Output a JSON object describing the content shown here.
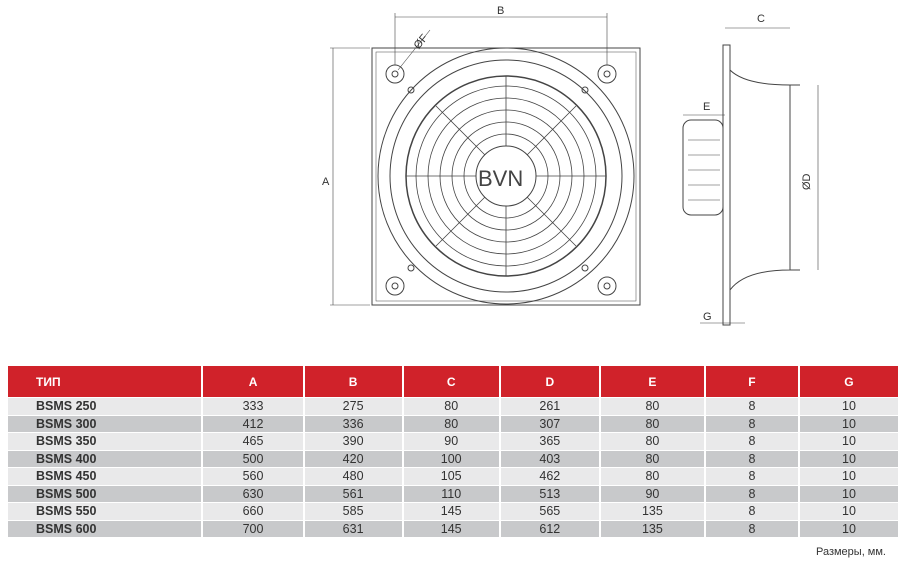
{
  "drawing": {
    "labels": {
      "A": "A",
      "B": "B",
      "C": "C",
      "D": "ØD",
      "E": "E",
      "F": "ØF",
      "G": "G"
    },
    "brand": "BVN"
  },
  "table": {
    "headers": [
      "ТИП",
      "A",
      "B",
      "C",
      "D",
      "E",
      "F",
      "G"
    ],
    "rows": [
      [
        "BSMS 250",
        "333",
        "275",
        "80",
        "261",
        "80",
        "8",
        "10"
      ],
      [
        "BSMS 300",
        "412",
        "336",
        "80",
        "307",
        "80",
        "8",
        "10"
      ],
      [
        "BSMS 350",
        "465",
        "390",
        "90",
        "365",
        "80",
        "8",
        "10"
      ],
      [
        "BSMS 400",
        "500",
        "420",
        "100",
        "403",
        "80",
        "8",
        "10"
      ],
      [
        "BSMS 450",
        "560",
        "480",
        "105",
        "462",
        "80",
        "8",
        "10"
      ],
      [
        "BSMS 500",
        "630",
        "561",
        "110",
        "513",
        "90",
        "8",
        "10"
      ],
      [
        "BSMS 550",
        "660",
        "585",
        "145",
        "565",
        "135",
        "8",
        "10"
      ],
      [
        "BSMS 600",
        "700",
        "631",
        "145",
        "612",
        "135",
        "8",
        "10"
      ]
    ]
  },
  "footer_note": "Размеры, мм."
}
